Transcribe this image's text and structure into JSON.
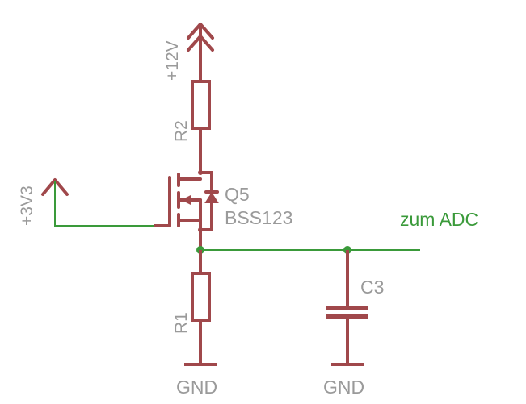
{
  "colors": {
    "component": "#a0484b",
    "wire": "#3a9a3a",
    "label": "#9a9a9a",
    "background": "#ffffff"
  },
  "supplies": {
    "vcc12": {
      "label": "+12V",
      "icon": "double-arrow-supply-icon"
    },
    "vcc33": {
      "label": "+3V3",
      "icon": "arrow-supply-icon"
    }
  },
  "components": {
    "r2": {
      "name": "R2",
      "icon": "resistor-icon"
    },
    "q5": {
      "name": "Q5",
      "value": "BSS123",
      "icon": "n-mosfet-icon"
    },
    "r1": {
      "name": "R1",
      "icon": "resistor-icon"
    },
    "c3": {
      "name": "C3",
      "icon": "capacitor-icon"
    }
  },
  "grounds": {
    "gnd_r1": {
      "label": "GND",
      "icon": "ground-icon"
    },
    "gnd_c3": {
      "label": "GND",
      "icon": "ground-icon"
    }
  },
  "nets": {
    "adc": {
      "label": "zum ADC"
    }
  }
}
